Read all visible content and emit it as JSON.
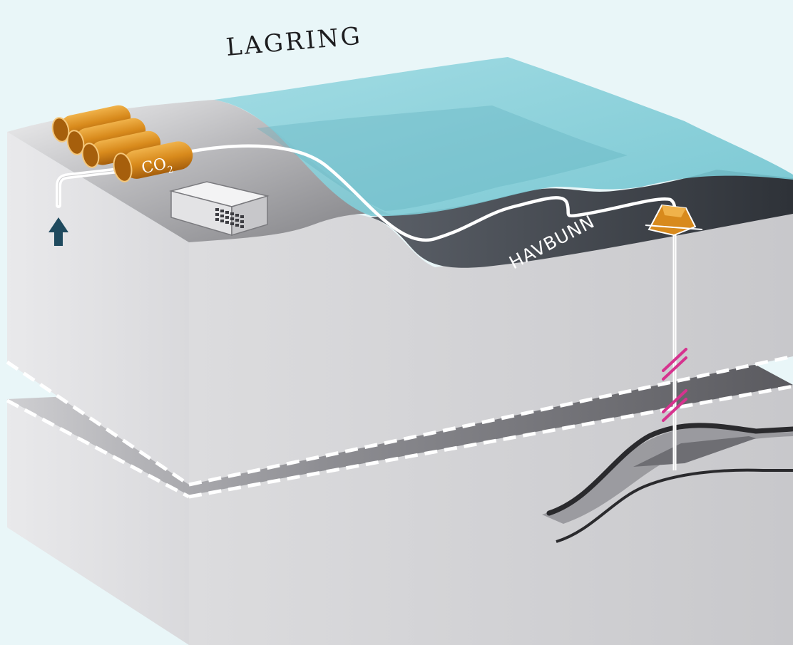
{
  "title": "LAGRING",
  "labels": {
    "seabed": "HAVBUNN",
    "co2_main": "CO",
    "co2_sub": "2"
  },
  "colors": {
    "background": "#e9f6f8",
    "sea": "#7fcbd6",
    "seabed": "#3d4148",
    "land": "#8c8c90",
    "block_side": "#d4d4d7",
    "tank": "#d88a1c",
    "arrow": "#1f4a5e",
    "break_mark": "#d6338e",
    "pipe": "#ffffff"
  },
  "icons": [
    "co2-tank-icon",
    "building-icon",
    "up-arrow-icon",
    "wellhead-icon",
    "break-mark-icon"
  ]
}
